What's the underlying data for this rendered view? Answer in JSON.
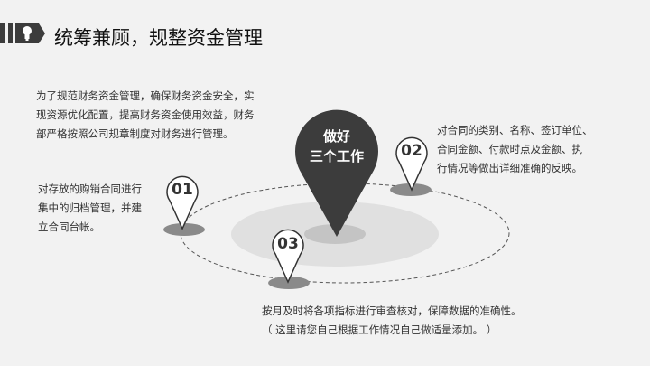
{
  "header": {
    "title": "统筹兼顾，规整资金管理",
    "icon": "lightbulb-icon"
  },
  "center_pin": {
    "line1": "做好",
    "line2": "三个工作"
  },
  "pins": [
    {
      "label": "01"
    },
    {
      "label": "02"
    },
    {
      "label": "03"
    }
  ],
  "blocks": {
    "intro": [
      "为了规范财务资金管理，确保财务资金安全，实",
      "现资源优化配置，提高财务资金使用效益，财务",
      "部严格按照公司规章制度对财务进行管理。"
    ],
    "item1": [
      "对存放的购销合同进行",
      "集中的归档管理，并建",
      "立合同台帐。"
    ],
    "item2": [
      "对合同的类别、名称、签订单位、",
      "合同金额、付款时点及金额、执",
      "行情况等做出详细准确的反映。"
    ],
    "item3": [
      "按月及时将各项指标进行审查核对，保障数据的准确性。",
      "（ 这里请您自己根据工作情况自己做适量添加。 ）"
    ]
  },
  "colors": {
    "dark": "#3c3c3c",
    "shadow": "#8a8a8a",
    "disc": "#e0e0e0"
  }
}
